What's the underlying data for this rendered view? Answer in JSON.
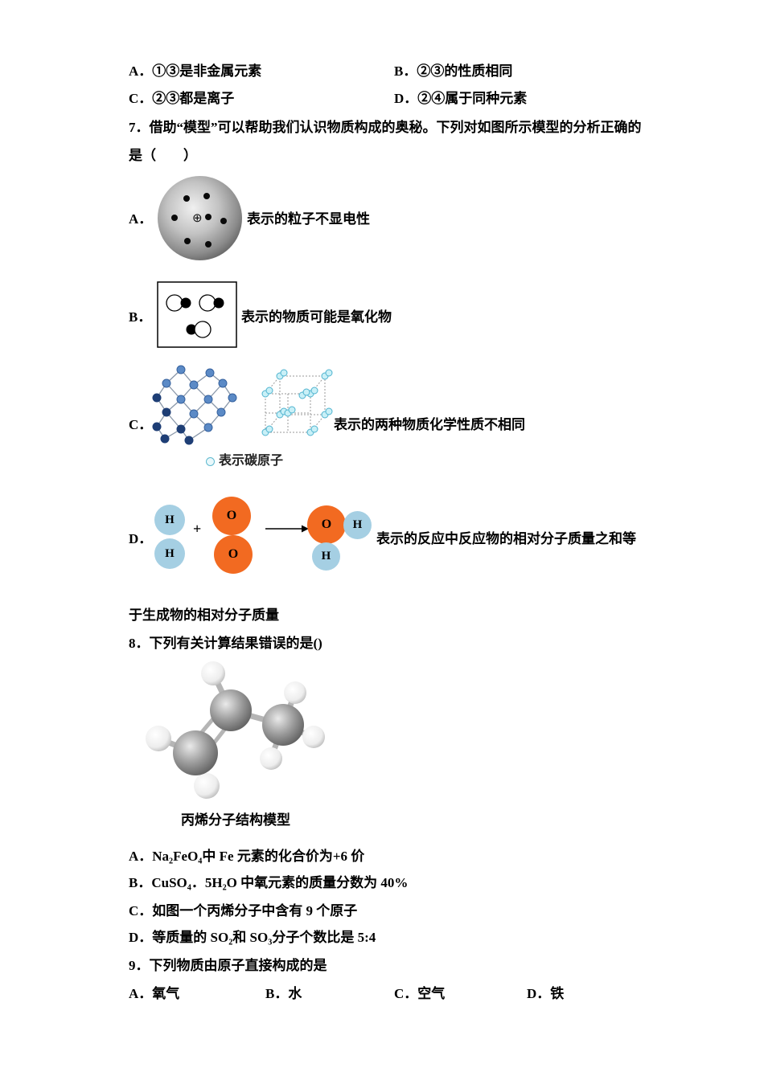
{
  "q6": {
    "options": [
      {
        "label": "A．",
        "text": "①③是非金属元素"
      },
      {
        "label": "B．",
        "text": "②③的性质相同"
      },
      {
        "label": "C．",
        "text": "②③都是离子"
      },
      {
        "label": "D．",
        "text": "②④属于同种元素"
      }
    ]
  },
  "q7": {
    "stem_line1": "7．借助“模型”可以帮助我们认识物质构成的奥秘。下列对如图所示模型的分析正确的",
    "stem_line2": "是（　　）",
    "options": {
      "a": {
        "label": "A．",
        "text": "表示的粒子不显电性"
      },
      "b": {
        "label": "B．",
        "text": "表示的物质可能是氧化物"
      },
      "c": {
        "label": "C．",
        "text": "表示的两种物质化学性质不相同"
      },
      "d": {
        "label": "D．",
        "text": "表示的反应中反应物的相对分子质量之和等"
      }
    },
    "carbon_legend": "表示碳原子",
    "d_continuation": "于生成物的相对分子质量",
    "model_a": {
      "center_symbol": "⊕"
    },
    "model_d": {
      "h_label": "H",
      "o_label": "O",
      "plus": "+"
    },
    "colors": {
      "hydrogen_circle": "#a5cfe3",
      "oxygen_circle": "#f26a21",
      "crystal_blue": "#5b8ac6",
      "crystal_cyan": "#c9f0f7"
    }
  },
  "q8": {
    "stem": "8．下列有关计算结果错误的是()",
    "image_caption": "丙烯分子结构模型",
    "options": [
      {
        "label": "A．",
        "text": "Na₂FeO₄中 Fe 元素的化合价为+6 价"
      },
      {
        "label": "B．",
        "text": "CuSO₄．5H₂O 中氧元素的质量分数为 40%"
      },
      {
        "label": "C．",
        "text": "如图一个丙烯分子中含有 9 个原子"
      },
      {
        "label": "D．",
        "text": "等质量的 SO₂和 SO₃分子个数比是 5:4"
      }
    ]
  },
  "q9": {
    "stem": "9．下列物质由原子直接构成的是",
    "options": [
      {
        "label": "A．",
        "text": "氧气"
      },
      {
        "label": "B．",
        "text": "水"
      },
      {
        "label": "C．",
        "text": "空气"
      },
      {
        "label": "D．",
        "text": "铁"
      }
    ]
  }
}
